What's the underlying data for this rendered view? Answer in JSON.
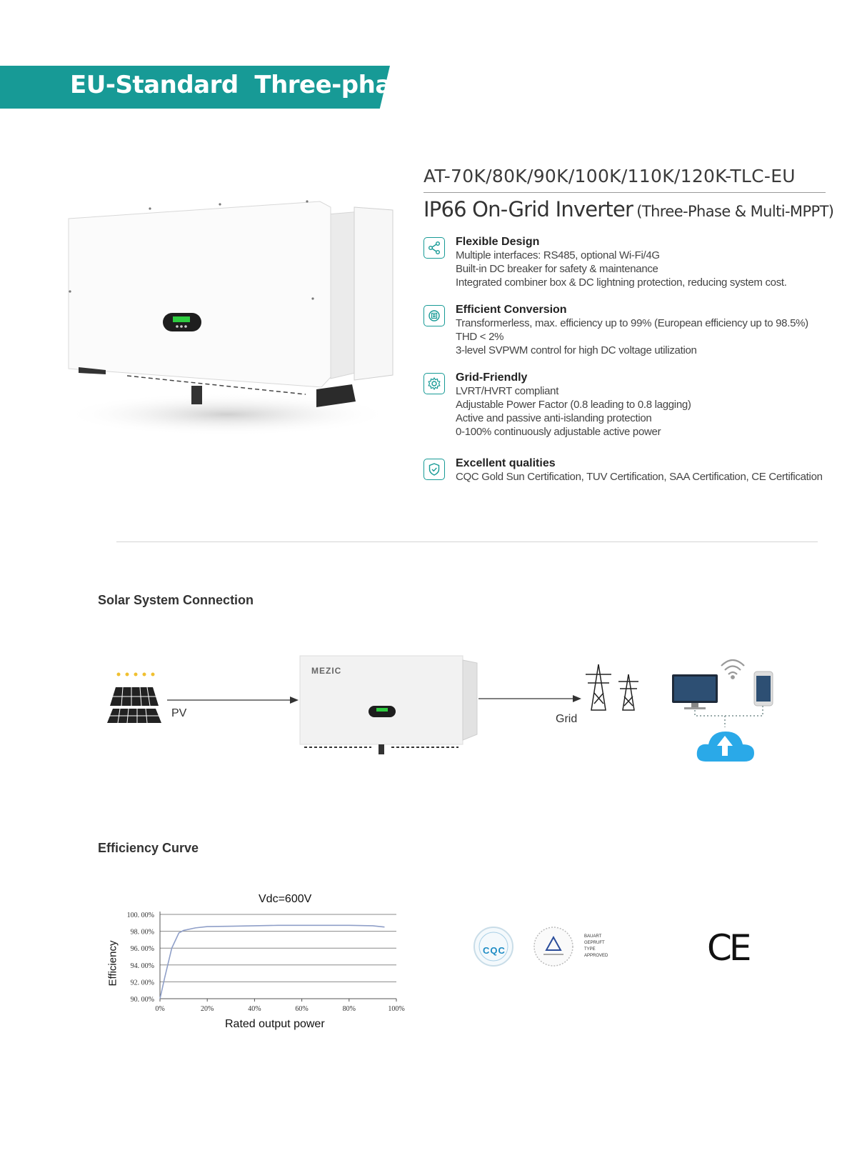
{
  "header": {
    "title": "EU-Standard  Three-phase"
  },
  "product": {
    "model": "AT-70K/80K/90K/100K/110K/120K-TLC-EU",
    "subtitle_main": "IP66 On-Grid Inverter",
    "subtitle_detail": "(Three-Phase & Multi-MPPT)"
  },
  "features": [
    {
      "title": "Flexible Design",
      "icon": "share-icon",
      "lines": [
        "Multiple interfaces: RS485, optional Wi-Fi/4G",
        "Built-in DC breaker for safety & maintenance",
        "Integrated combiner box & DC lightning protection, reducing system cost."
      ]
    },
    {
      "title": "Efficient Conversion",
      "icon": "chip-icon",
      "lines": [
        "Transformerless, max. efficiency up to 99% (European efficiency up to 98.5%)",
        "THD < 2%",
        "3-level SVPWM control for high DC voltage utilization"
      ]
    },
    {
      "title": "Grid-Friendly",
      "icon": "gear-icon",
      "lines": [
        "LVRT/HVRT compliant",
        "Adjustable Power Factor (0.8 leading to 0.8 lagging)",
        "Active and passive anti-islanding protection",
        "0-100%  continuously  adjustable active power"
      ]
    },
    {
      "title": "Excellent qualities",
      "icon": "shield-icon",
      "lines": [
        "CQC Gold Sun Certification, TUV Certification, SAA Certification, CE Certification"
      ]
    }
  ],
  "connection": {
    "title": "Solar System Connection",
    "pv_label": "PV",
    "grid_label": "Grid",
    "brand": "MEZIC"
  },
  "efficiency": {
    "title": "Efficiency Curve"
  },
  "chart_data": {
    "type": "line",
    "title": "Vdc=600V",
    "xlabel": "Rated output power",
    "ylabel": "Efficiency",
    "x_ticks": [
      "0%",
      "20%",
      "40%",
      "60%",
      "80%",
      "100%"
    ],
    "y_ticks": [
      "90. 00%",
      "92. 00%",
      "94. 00%",
      "96. 00%",
      "98. 00%",
      "100. 00%"
    ],
    "xlim": [
      0,
      100
    ],
    "ylim": [
      90,
      100
    ],
    "grid": true,
    "series": [
      {
        "color": "#8f9fc8",
        "x": [
          0,
          2,
          5,
          8,
          10,
          15,
          20,
          30,
          40,
          50,
          60,
          70,
          80,
          90,
          95
        ],
        "y": [
          90.0,
          92.5,
          96.0,
          97.8,
          98.1,
          98.4,
          98.55,
          98.6,
          98.65,
          98.7,
          98.7,
          98.7,
          98.7,
          98.65,
          98.5
        ]
      }
    ]
  },
  "certifications": {
    "cqc": "CQC",
    "tuv_lines": [
      "BAUART",
      "GEPRUFT",
      "TYPE",
      "APPROVED"
    ],
    "ce": "CE"
  },
  "colors": {
    "accent": "#179a96"
  }
}
